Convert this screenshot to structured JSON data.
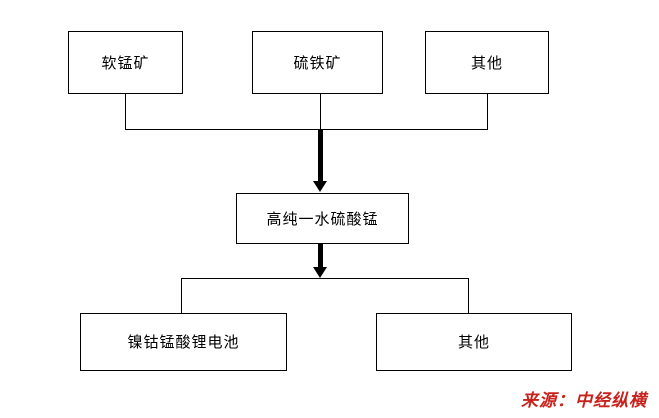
{
  "diagram": {
    "type": "flowchart",
    "title": "",
    "colors": {
      "box_border": "#000000",
      "box_fill": "#ffffff",
      "connector": "#000000",
      "arrow": "#000000",
      "watermark": "#c8221c",
      "background": "#ffffff"
    },
    "levels": {
      "inputs_label": "",
      "product_label": "",
      "applications_label": ""
    },
    "nodes": {
      "inputs": [
        {
          "id": "pyrolusite",
          "label": "软锰矿"
        },
        {
          "id": "pyrite",
          "label": "硫铁矿"
        },
        {
          "id": "other_top",
          "label": "其他"
        }
      ],
      "product": {
        "id": "product",
        "label": "高纯一水硫酸锰"
      },
      "applications": [
        {
          "id": "ncm_battery",
          "label": "镍钴锰酸锂电池"
        },
        {
          "id": "other_bottom",
          "label": "其他"
        }
      ]
    },
    "edges": [
      {
        "from": "pyrolusite",
        "to": "product",
        "style": "elbow-merge"
      },
      {
        "from": "pyrite",
        "to": "product",
        "style": "elbow-merge"
      },
      {
        "from": "other_top",
        "to": "product",
        "style": "elbow-merge"
      },
      {
        "from": "product",
        "to": "ncm_battery",
        "style": "elbow-split"
      },
      {
        "from": "product",
        "to": "other_bottom",
        "style": "elbow-split"
      }
    ],
    "arrows": [
      {
        "id": "arrow_to_product",
        "direction": "down",
        "weight": "thick"
      },
      {
        "id": "arrow_to_applications",
        "direction": "down",
        "weight": "thick"
      }
    ]
  },
  "watermark": {
    "text": "来源：中经纵横"
  }
}
